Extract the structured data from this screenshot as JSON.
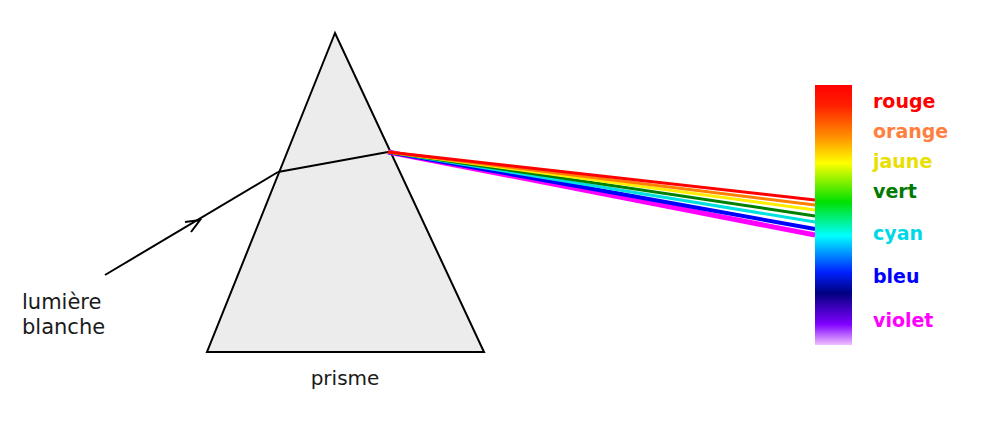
{
  "diagram": {
    "labels": [
      "lumière blanche",
      "prisme",
      "rouge",
      "orange",
      "jaune",
      "vert",
      "cyan",
      "bleu",
      "violet"
    ]
  }
}
